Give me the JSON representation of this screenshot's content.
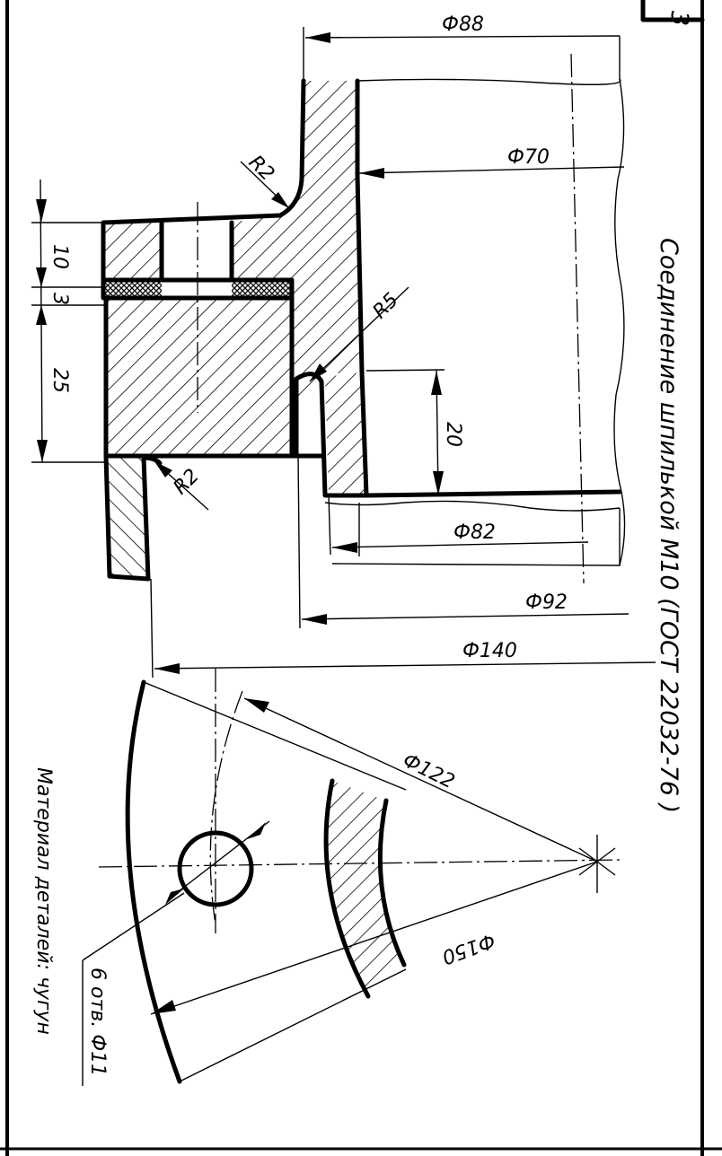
{
  "sheet_number": "3",
  "title": "Соединение шпилькой   М10 (ГОСТ 22032-76 )",
  "material_note": "Материал деталей: чугун",
  "hole_note": "6 отв. Ф11",
  "dimensions": {
    "d88": "Ф88",
    "d70": "Ф70",
    "d82": "Ф82",
    "d92": "Ф92",
    "d140": "Ф140",
    "d122": "Ф122",
    "d150": "Ф150",
    "r2_top": "R2",
    "r2_bottom": "R2",
    "r5": "R5",
    "h10": "10",
    "h3": "3",
    "h25": "25",
    "h20": "20"
  },
  "colors": {
    "ink": "#000000",
    "paper": "#ffffff"
  }
}
